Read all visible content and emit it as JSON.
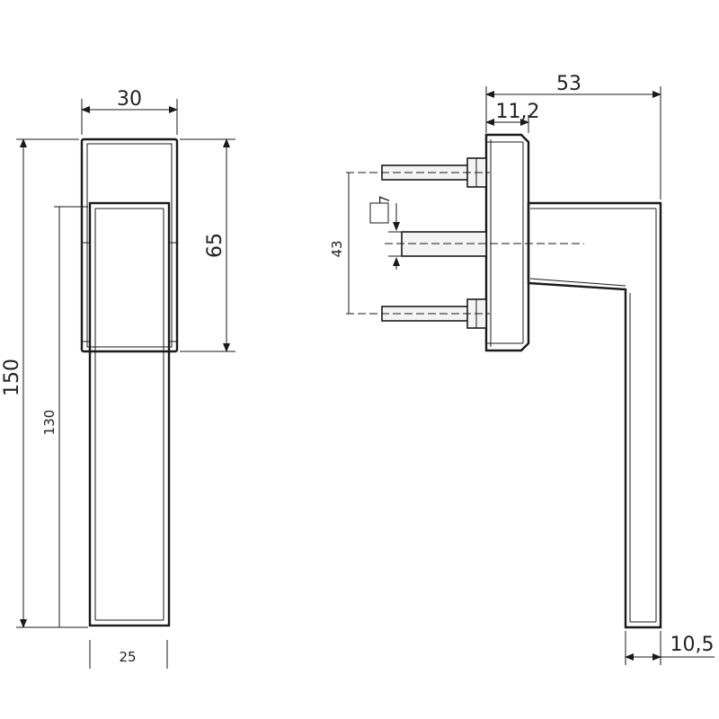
{
  "dimensions": {
    "front_width_top": "30",
    "front_height_total": "150",
    "front_height_lever": "130",
    "front_height_rosette": "65",
    "front_width_bottom": "25",
    "side_depth_total": "53",
    "side_rosette_thickness": "11,2",
    "side_pin_spacing": "43",
    "side_spindle_square": "7",
    "side_lever_thickness": "10,5"
  },
  "colors": {
    "line": "#1a1a1a",
    "background": "#ffffff"
  }
}
